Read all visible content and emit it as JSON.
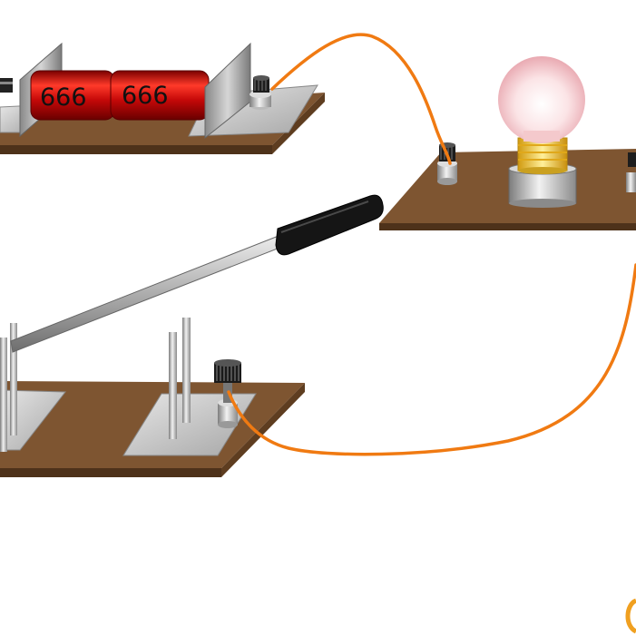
{
  "battery": {
    "cells": [
      {
        "label": "666"
      },
      {
        "label": "666"
      }
    ],
    "color": "#c00a0a"
  },
  "colors": {
    "wire": "#f07a12",
    "board": "#7e5531",
    "board_edge": "#4e321a",
    "metal_plate": "#b4b4b4",
    "bulb_glow": "#f2c6ca",
    "bulb_base": "#f7d23a",
    "switch_handle": "#111111"
  },
  "components": [
    "battery-holder",
    "light-bulb",
    "knife-switch",
    "wire"
  ]
}
